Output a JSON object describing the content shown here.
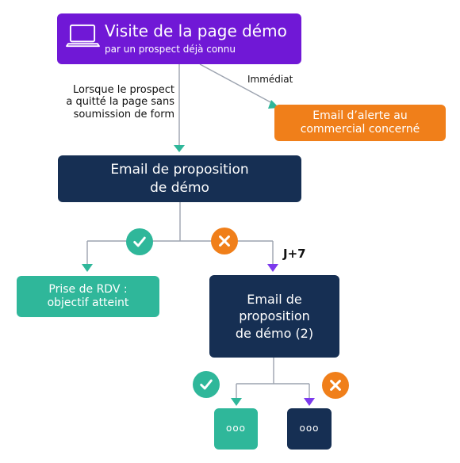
{
  "nodes": {
    "visit": {
      "title": "Visite de la page démo",
      "subtitle": "par un prospect déjà connu",
      "color": "#7018d6"
    },
    "alert": {
      "line1": "Email d’alerte au",
      "line2": "commercial concerné",
      "color": "#f07f1a"
    },
    "email_1": {
      "line1": "Email de proposition",
      "line2": "de démo",
      "color": "#162f53"
    },
    "rdv": {
      "line1": "Prise de RDV :",
      "line2": "objectif atteint",
      "color": "#2fb79a"
    },
    "email_2": {
      "line1": "Email de",
      "line2": "proposition",
      "line3": "de démo (2)",
      "color": "#162f53"
    },
    "followup_success": {
      "text": "ooo",
      "color": "#2fb79a"
    },
    "followup_failure": {
      "text": "ooo",
      "color": "#162f53"
    }
  },
  "labels": {
    "condition": {
      "line1": "Lorsque le prospect",
      "line2": "a quitté la page sans",
      "line3": "soumission de form"
    },
    "immediate": "Immédiat",
    "delay": "J+7"
  },
  "icons": {
    "visit": "laptop-icon",
    "success_1": "check-icon",
    "failure_1": "x-icon",
    "success_2": "check-icon",
    "failure_2": "x-icon"
  },
  "colors": {
    "connector": "#9ca3af",
    "green_arrow": "#2fb79a",
    "purple_arrow": "#7c3aed",
    "success": "#2fb79a",
    "failure": "#f07f1a"
  }
}
